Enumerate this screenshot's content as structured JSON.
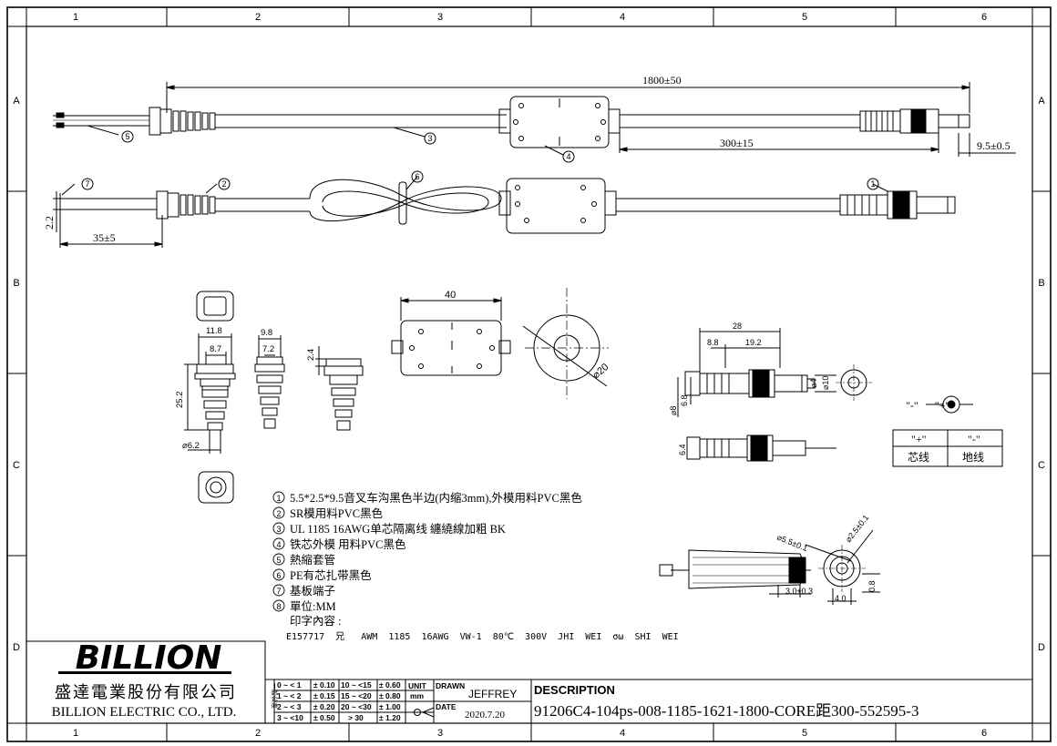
{
  "frame": {
    "columns": [
      "1",
      "2",
      "3",
      "4",
      "5",
      "6"
    ],
    "rows": [
      "A",
      "B",
      "C",
      "D"
    ]
  },
  "dimensions": {
    "overall_length": "1800±50",
    "core_position": "300±15",
    "plug_tip": "9.5±0.5",
    "strip_gap": "2.2",
    "strip_length": "35±5",
    "core_length": "40",
    "core_diameter": "⌀20",
    "sr_top_width": "11.8",
    "sr_mid_width": "9.8",
    "sr_inner_1": "8.7",
    "sr_inner_2": "7.2",
    "sr_gap": "2.4",
    "sr_height": "25.2",
    "sr_bottom_dia": "⌀6.2",
    "plug_total": "28",
    "plug_seg_1": "8.8",
    "plug_seg_2": "19.2",
    "plug_d10": "⌀10",
    "plug_d4": "⌀4",
    "plug_d8": "⌀8",
    "plug_68": "6.8",
    "plug_64": "6.4",
    "jack_od": "⌀5.5±0.1",
    "jack_id": "⌀2.5±0.1",
    "jack_30": "3.0±0.3",
    "jack_40": "4.0",
    "jack_08": "0.8"
  },
  "balloons": [
    "1",
    "2",
    "3",
    "4",
    "5",
    "6",
    "7"
  ],
  "polarity": {
    "label": "\"-\"      \"+\"",
    "headers": [
      "\"+\"",
      "\"-\""
    ],
    "values": [
      "芯线",
      "地线"
    ]
  },
  "notes": [
    {
      "num": "1",
      "text": "5.5*2.5*9.5音叉车沟黑色半边(内缩3mm),外模用料PVC黑色"
    },
    {
      "num": "2",
      "text": "SR模用料PVC黑色"
    },
    {
      "num": "3",
      "text": "UL 1185 16AWG单芯隔离线  纏繞線加粗 BK"
    },
    {
      "num": "4",
      "text": "铁芯外模 用料PVC黑色"
    },
    {
      "num": "5",
      "text": "熱縮套管"
    },
    {
      "num": "6",
      "text": "PE有芯扎带黑色"
    },
    {
      "num": "7",
      "text": "基板端子"
    },
    {
      "num": "8",
      "text": "單位:MM"
    }
  ],
  "print_label": "印字內容 :",
  "print_content": "E157717  兄   AWM  1185  16AWG  VW-1  80℃  300V  JHI  WEI  σω  SHI  WEI",
  "title_block": {
    "logo": "BILLION",
    "company_cn": "盛達電業股份有限公司",
    "company_en": "BILLION ELECTRIC CO., LTD.",
    "tol_side": "一般公差",
    "tolerances": [
      [
        "0 ~ < 1",
        "± 0.10",
        "10 ~ <15",
        "± 0.60"
      ],
      [
        "1 ~ < 2",
        "± 0.15",
        "15 ~ <20",
        "± 0.80"
      ],
      [
        "2 ~ < 3",
        "± 0.20",
        "20 ~ <30",
        "± 1.00"
      ],
      [
        "3 ~ <10",
        "± 0.50",
        "> 30",
        "± 1.20"
      ]
    ],
    "unit_label": "UNIT",
    "unit_value": "mm",
    "drawn_label": "DRAWN",
    "drawn_value": "JEFFREY",
    "date_label": "DATE",
    "date_value": "2020.7.20",
    "description_label": "DESCRIPTION",
    "description_value": "91206C4-104ps-008-1185-1621-1800-CORE距300-552595-3"
  }
}
